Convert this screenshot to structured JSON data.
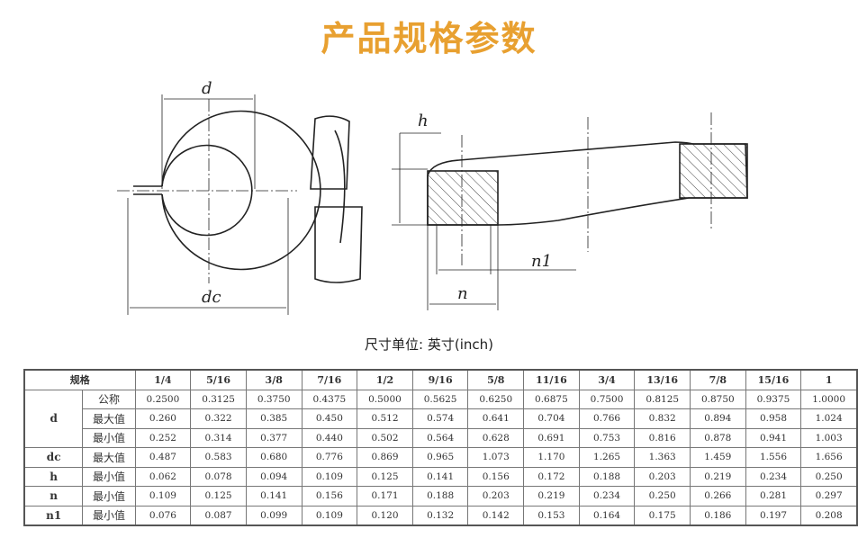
{
  "title": "产品规格参数",
  "unit_label": "尺寸单位: 英寸(inch)",
  "diagram": {
    "label_d": "d",
    "label_dc": "dc",
    "label_h": "h",
    "label_n": "n",
    "label_n1": "n1"
  },
  "table": {
    "header_spec": "规格",
    "sizes": [
      "1/4",
      "5/16",
      "3/8",
      "7/16",
      "1/2",
      "9/16",
      "5/8",
      "11/16",
      "3/4",
      "13/16",
      "7/8",
      "15/16",
      "1"
    ],
    "rows": [
      {
        "param": "d",
        "sub": "公称",
        "values": [
          "0.2500",
          "0.3125",
          "0.3750",
          "0.4375",
          "0.5000",
          "0.5625",
          "0.6250",
          "0.6875",
          "0.7500",
          "0.8125",
          "0.8750",
          "0.9375",
          "1.0000"
        ]
      },
      {
        "param": "",
        "sub": "最大值",
        "values": [
          "0.260",
          "0.322",
          "0.385",
          "0.450",
          "0.512",
          "0.574",
          "0.641",
          "0.704",
          "0.766",
          "0.832",
          "0.894",
          "0.958",
          "1.024"
        ]
      },
      {
        "param": "",
        "sub": "最小值",
        "values": [
          "0.252",
          "0.314",
          "0.377",
          "0.440",
          "0.502",
          "0.564",
          "0.628",
          "0.691",
          "0.753",
          "0.816",
          "0.878",
          "0.941",
          "1.003"
        ]
      },
      {
        "param": "dc",
        "sub": "最大值",
        "values": [
          "0.487",
          "0.583",
          "0.680",
          "0.776",
          "0.869",
          "0.965",
          "1.073",
          "1.170",
          "1.265",
          "1.363",
          "1.459",
          "1.556",
          "1.656"
        ]
      },
      {
        "param": "h",
        "sub": "最小值",
        "values": [
          "0.062",
          "0.078",
          "0.094",
          "0.109",
          "0.125",
          "0.141",
          "0.156",
          "0.172",
          "0.188",
          "0.203",
          "0.219",
          "0.234",
          "0.250"
        ]
      },
      {
        "param": "n",
        "sub": "最小值",
        "values": [
          "0.109",
          "0.125",
          "0.141",
          "0.156",
          "0.171",
          "0.188",
          "0.203",
          "0.219",
          "0.234",
          "0.250",
          "0.266",
          "0.281",
          "0.297"
        ]
      },
      {
        "param": "n1",
        "sub": "最小值",
        "values": [
          "0.076",
          "0.087",
          "0.099",
          "0.109",
          "0.120",
          "0.132",
          "0.142",
          "0.153",
          "0.164",
          "0.175",
          "0.186",
          "0.197",
          "0.208"
        ]
      }
    ]
  }
}
